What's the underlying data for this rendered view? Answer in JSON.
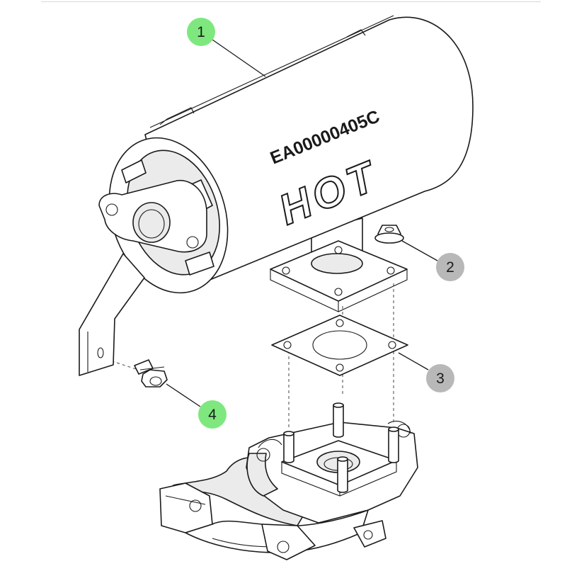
{
  "diagram": {
    "muffler_label": "EA00000405C",
    "hot_label": "HOT"
  },
  "callouts": [
    {
      "number": "1",
      "part": "muffler",
      "color": "#7ee87e"
    },
    {
      "number": "2",
      "part": "nut",
      "color": "#b8b8b8"
    },
    {
      "number": "3",
      "part": "gasket",
      "color": "#b8b8b8"
    },
    {
      "number": "4",
      "part": "bolt",
      "color": "#7ee87e"
    }
  ],
  "colors": {
    "highlight": "#7ee87e",
    "neutral": "#b8b8b8",
    "line": "#1a1a1a"
  }
}
